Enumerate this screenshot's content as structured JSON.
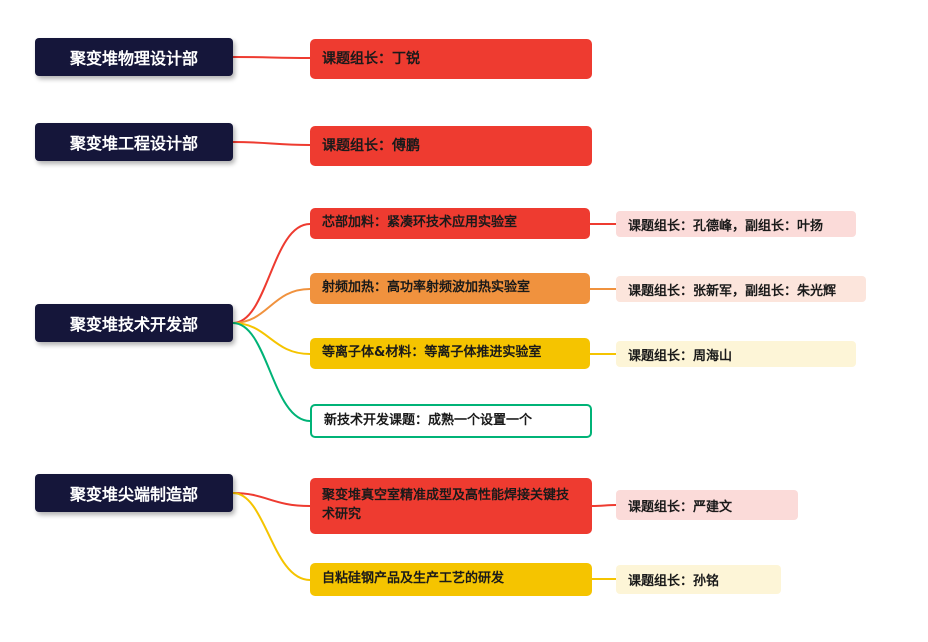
{
  "colors": {
    "navy": "#15163a",
    "red": "#ee3b30",
    "orange": "#f0923e",
    "yellow": "#f5c400",
    "green": "#00b377",
    "pink": "#fbdbd9",
    "peach": "#fce5dc",
    "cream": "#fdf5d7"
  },
  "departments": [
    {
      "label": "聚变堆物理设计部",
      "topics": [
        {
          "label": "课题组长：丁锐"
        }
      ]
    },
    {
      "label": "聚变堆工程设计部",
      "topics": [
        {
          "label": "课题组长：傅鹏"
        }
      ]
    },
    {
      "label": "聚变堆技术开发部",
      "topics": [
        {
          "label": "芯部加料：紧凑环技术应用实验室",
          "leader": "课题组长：孔德峰，副组长：叶扬"
        },
        {
          "label": "射频加热：高功率射频波加热实验室",
          "leader": "课题组长：张新军，副组长：朱光辉"
        },
        {
          "label": "等离子体&材料：等离子体推进实验室",
          "leader": "课题组长：周海山"
        },
        {
          "label": "新技术开发课题：成熟一个设置一个"
        }
      ]
    },
    {
      "label": "聚变堆尖端制造部",
      "topics": [
        {
          "label": "聚变堆真空室精准成型及高性能焊接关键技术研究",
          "leader": "课题组长：严建文"
        },
        {
          "label": "自粘硅钢产品及生产工艺的研发",
          "leader": "课题组长：孙铭"
        }
      ]
    }
  ]
}
